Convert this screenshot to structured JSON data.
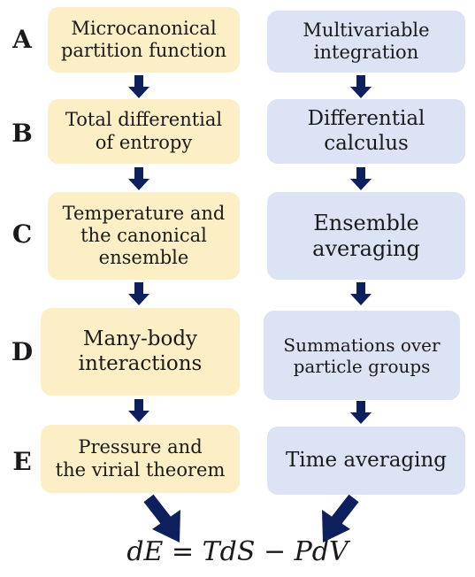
{
  "rows": [
    {
      "label": "A",
      "left": "Microcanonical\npartition function",
      "right": "Multivariable\nintegration"
    },
    {
      "label": "B",
      "left": "Total differential\nof entropy",
      "right": "Differential\ncalculus"
    },
    {
      "label": "C",
      "left": "Temperature and\nthe canonical\nensemble",
      "right": "Ensemble\naveraging"
    },
    {
      "label": "D",
      "left": "Many-body\ninteractions",
      "right": "Summations over\nparticle groups"
    },
    {
      "label": "E",
      "left": "Pressure and\nthe virial theorem",
      "right": "Time averaging"
    }
  ],
  "formula": "dE = TdS − PdV",
  "colors": {
    "left_box": "#fcefc6",
    "right_box": "#dbe3f4",
    "arrow": "#0d1f5c"
  }
}
